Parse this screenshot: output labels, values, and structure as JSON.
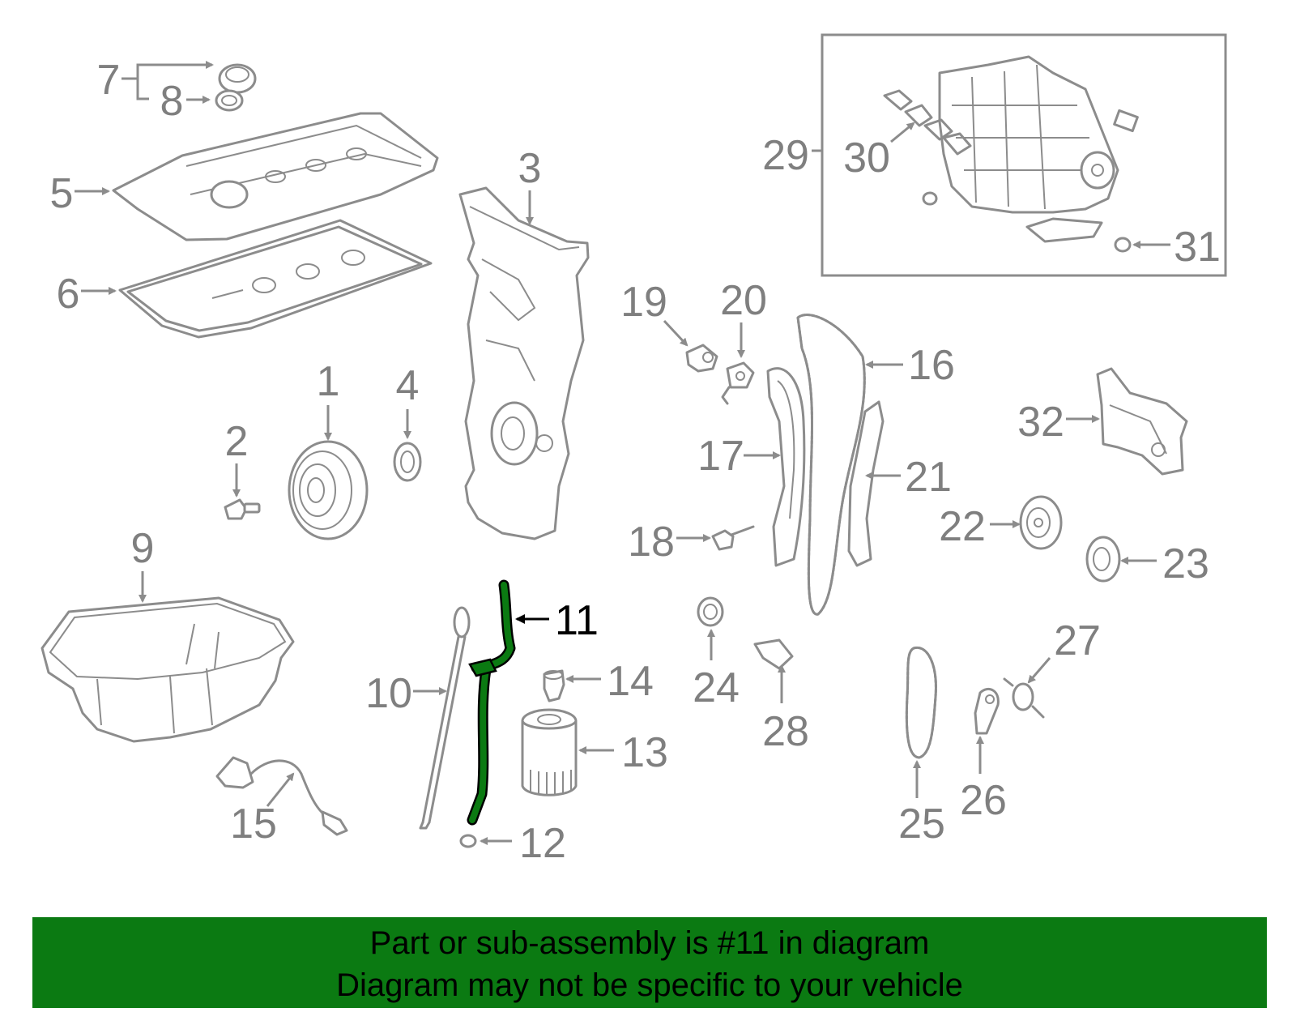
{
  "diagram": {
    "highlight_color": "#0b7a12",
    "line_color": "#8c8c8c",
    "label_color": "#7f7f7f",
    "highlighted_part": "11",
    "callouts": [
      "1",
      "2",
      "3",
      "4",
      "5",
      "6",
      "7",
      "8",
      "9",
      "10",
      "11",
      "12",
      "13",
      "14",
      "15",
      "16",
      "17",
      "18",
      "19",
      "20",
      "21",
      "22",
      "23",
      "24",
      "25",
      "26",
      "27",
      "28",
      "29",
      "30",
      "31",
      "32"
    ]
  },
  "banner": {
    "line1": "Part or sub-assembly is #11 in diagram",
    "line2": "Diagram may not be specific to your vehicle",
    "background": "#0b7a12"
  }
}
